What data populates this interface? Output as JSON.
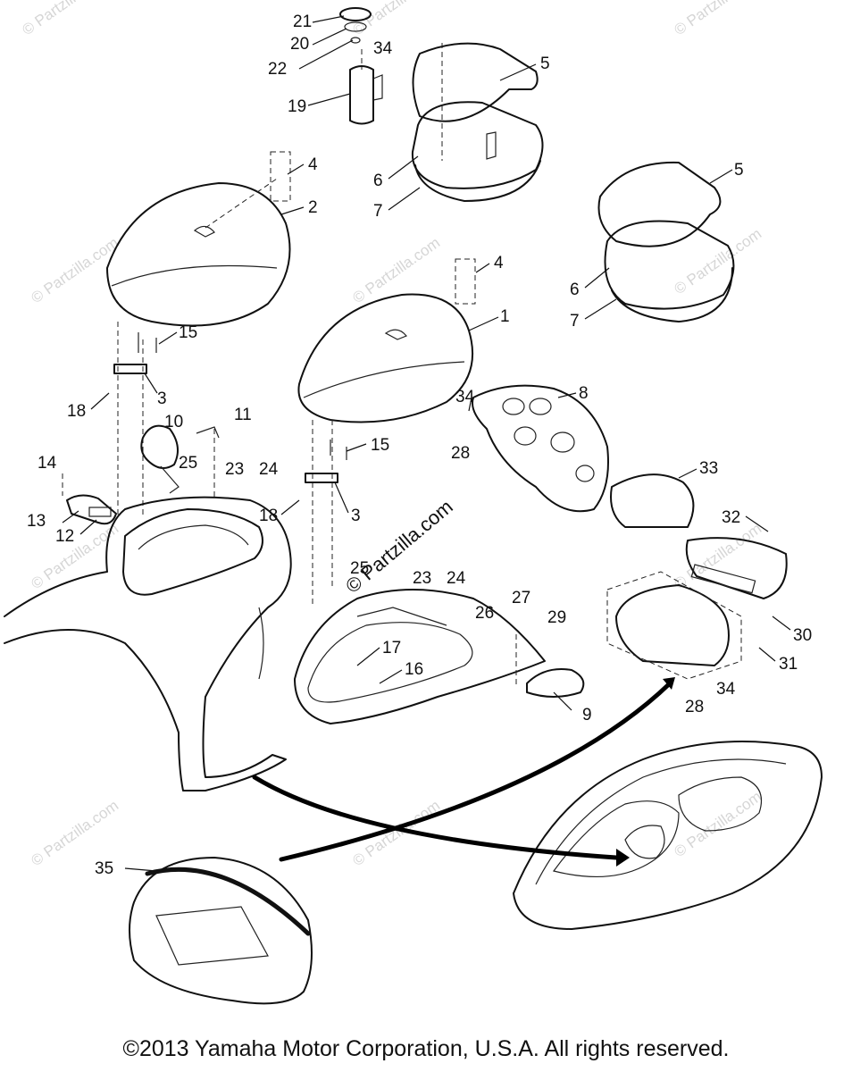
{
  "watermark": "© Partzilla.com",
  "copyright": "©2013 Yamaha Motor Corporation, U.S.A. All rights reserved.",
  "callouts": {
    "c1": "1",
    "c2": "2",
    "c3a": "3",
    "c3b": "3",
    "c4a": "4",
    "c4b": "4",
    "c5a": "5",
    "c5b": "5",
    "c6a": "6",
    "c6b": "6",
    "c7a": "7",
    "c7b": "7",
    "c8": "8",
    "c9": "9",
    "c10": "10",
    "c11": "11",
    "c12": "12",
    "c13": "13",
    "c14": "14",
    "c15a": "15",
    "c15b": "15",
    "c16": "16",
    "c17": "17",
    "c18a": "18",
    "c18b": "18",
    "c19": "19",
    "c20": "20",
    "c21": "21",
    "c22": "22",
    "c23a": "23",
    "c23b": "23",
    "c24a": "24",
    "c24b": "24",
    "c25a": "25",
    "c25b": "25",
    "c26": "26",
    "c27": "27",
    "c28a": "28",
    "c28b": "28",
    "c29": "29",
    "c30": "30",
    "c31": "31",
    "c32": "32",
    "c33": "33",
    "c34a": "34",
    "c34b": "34",
    "c34c": "34",
    "c35": "35"
  }
}
